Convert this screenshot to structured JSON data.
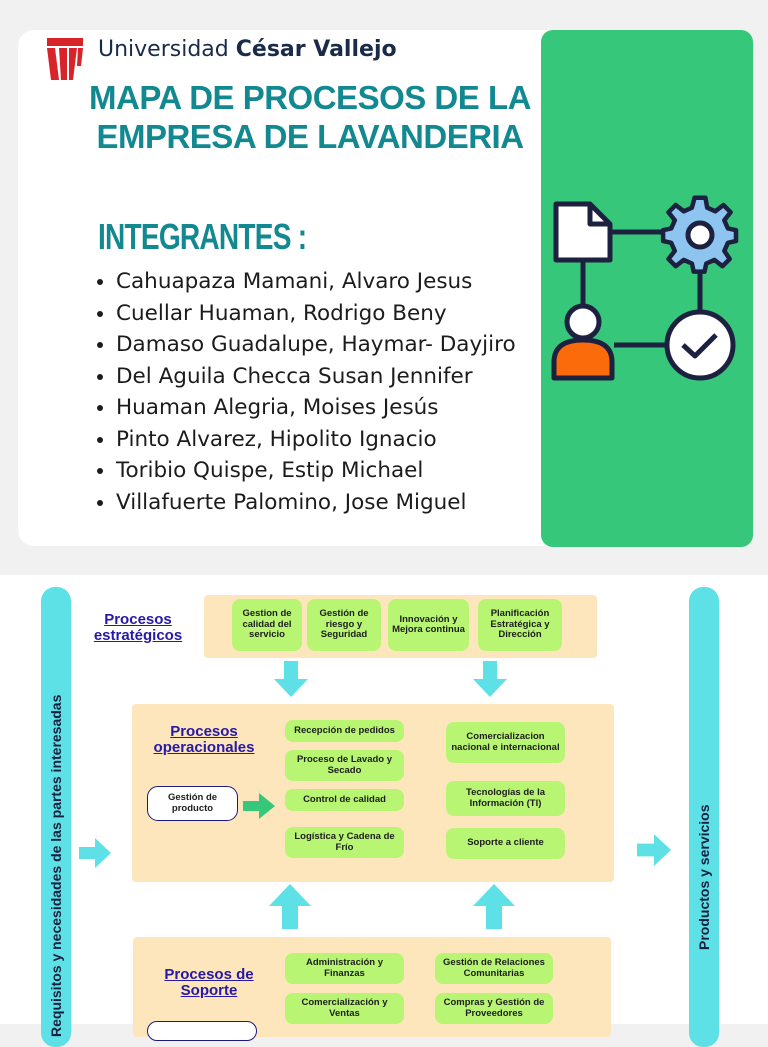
{
  "header": {
    "university_name": "Universidad",
    "university_name_bold": "César Vallejo",
    "title": "MAPA DE PROCESOS DE LA EMPRESA DE LAVANDERIA",
    "members_heading": "INTEGRANTES :",
    "members": [
      "Cahuapaza Mamani, Alvaro Jesus",
      "Cuellar Huaman, Rodrigo Beny",
      "Damaso Guadalupe, Haymar- Dayjiro",
      "Del Aguila Checca Susan Jennifer",
      "Huaman Alegria, Moises Jesús",
      "Pinto Alvarez, Hipolito Ignacio",
      "Toribio Quispe, Estip Michael",
      "Villafuerte Palomino, Jose Miguel"
    ]
  },
  "colors": {
    "title_teal": "#128891",
    "panel_green": "#36c77b",
    "bar_cyan": "#5de0e6",
    "zone_peach": "#fde5bc",
    "pill_lime": "#b8f572",
    "link_blue": "#2619a6"
  },
  "icons": [
    "university-shield-logo",
    "process-flow-icon",
    "right-arrow-icon",
    "down-arrow-icon",
    "up-arrow-icon"
  ],
  "diagram": {
    "left_bar_label": "Requisitos y necesidades de las partes interesadas",
    "right_bar_label": "Productos y servicios",
    "strategic": {
      "title": "Procesos estratégicos",
      "items": [
        "Gestion de calidad del servicio",
        "Gestión de riesgo y Seguridad",
        "Innovación y Mejora continua",
        "Planificación Estratégica y Dirección"
      ]
    },
    "operational": {
      "title": "Procesos operacionales",
      "input": "Gestión de producto",
      "left_items": [
        "Recepción de pedidos",
        "Proceso de Lavado y Secado",
        "Control de calidad",
        "Logística y Cadena de Frío"
      ],
      "right_items": [
        "Comercializacion nacional e internacional",
        "Tecnologías de la Información (TI)",
        "Soporte  a cliente"
      ]
    },
    "support": {
      "title": "Procesos de Soporte",
      "left_items": [
        "Administración y Finanzas",
        "Comercialización y Ventas"
      ],
      "right_items": [
        "Gestión de Relaciones Comunitarias",
        "Compras y Gestión de Proveedores"
      ]
    }
  }
}
